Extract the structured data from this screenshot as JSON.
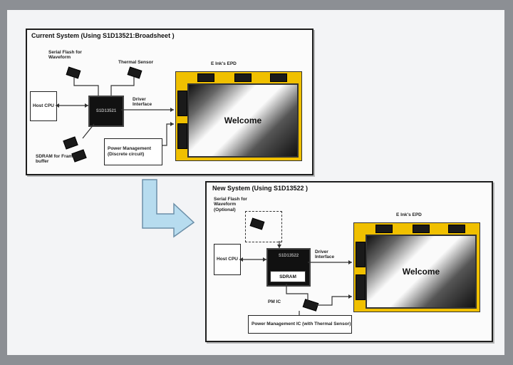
{
  "current": {
    "title": "Current System (Using S1D13521:Broadsheet )",
    "host_cpu": "Host CPU",
    "serial_flash": "Serial Flash for Waveform",
    "thermal_sensor": "Thermal Sensor",
    "controller": "S1D13521",
    "driver_interface": "Driver Interface",
    "sdram": "SDRAM for Frame buffer",
    "power": "Power Management (Discrete circuit)",
    "epd_label": "E Ink's EPD",
    "welcome": "Welcome"
  },
  "new": {
    "title": "New System (Using S1D13522 )",
    "host_cpu": "Host CPU",
    "serial_flash": "Serial Flash for Waveform (Optional)",
    "controller": "S1D13522",
    "sdram": "SDRAM",
    "driver_interface": "Driver Interface",
    "pmic": "PM IC",
    "power": "Power Management IC (with Thermal Sensor)",
    "epd_label": "E Ink's EPD",
    "welcome": "Welcome"
  }
}
